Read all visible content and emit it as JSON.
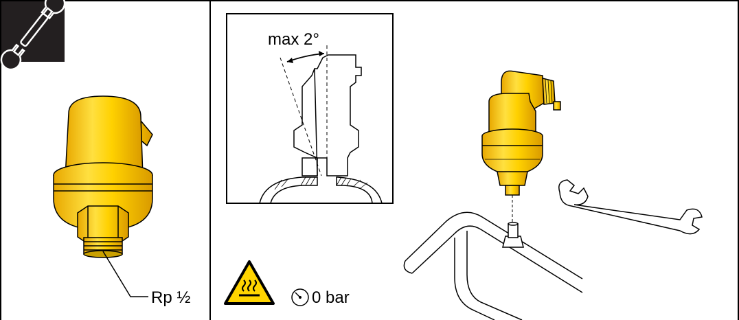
{
  "left_panel": {
    "thread_label": "Rp ½"
  },
  "angle_diagram": {
    "angle_label": "max 2°"
  },
  "pressure": {
    "label": "0 bar"
  },
  "icons": {
    "tool": "wrench-icon",
    "hot_surface_warning": "hot-surface-warning-icon",
    "pressure_gauge": "pressure-gauge-icon"
  },
  "colors": {
    "vent_yellow": "#ffd100",
    "vent_shade": "#e6a800",
    "warning_yellow": "#ffd400",
    "line": "#000000"
  }
}
